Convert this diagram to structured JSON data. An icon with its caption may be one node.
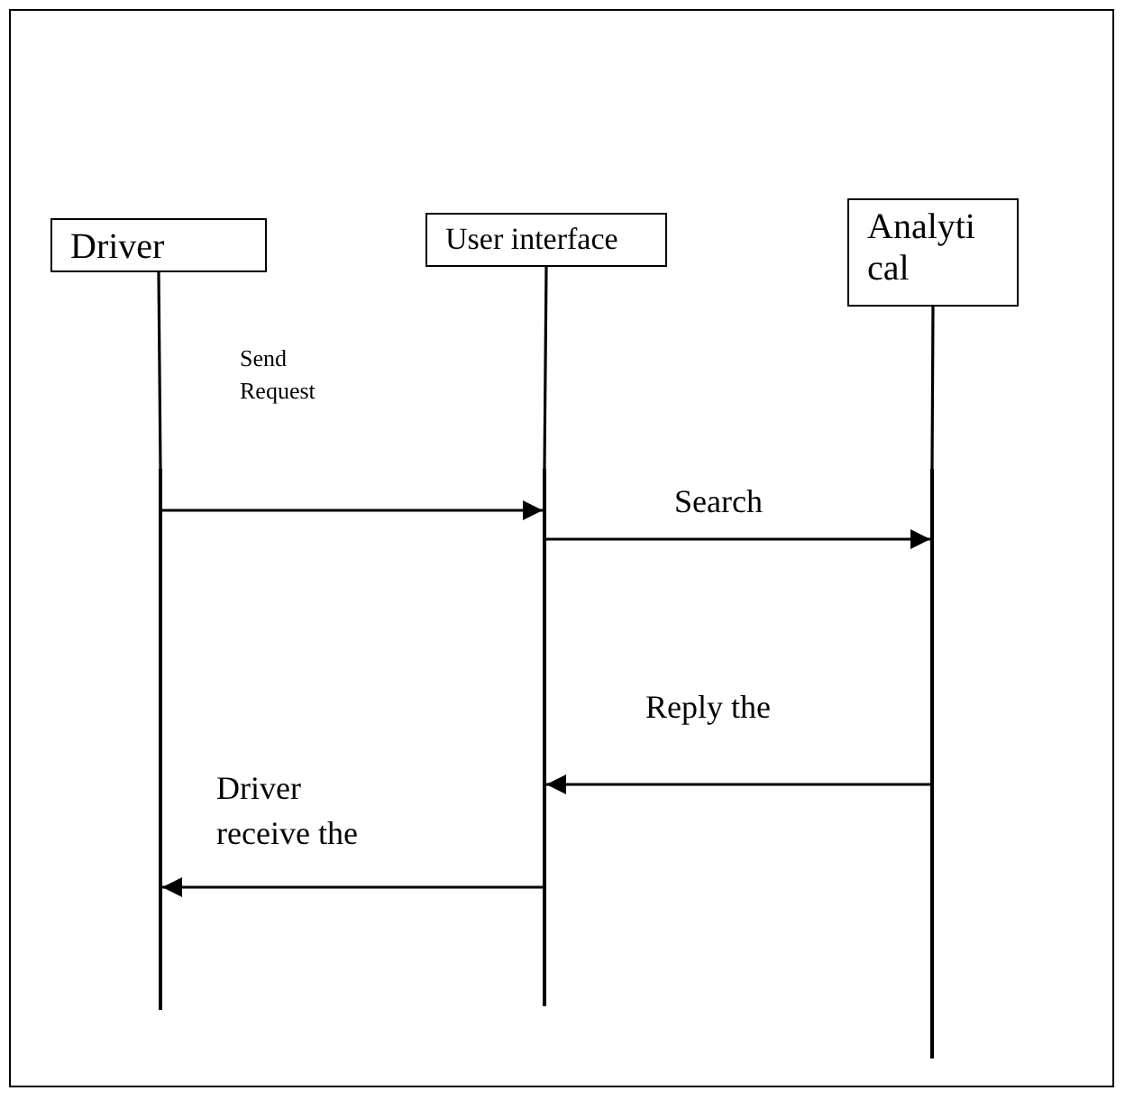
{
  "diagram": {
    "nodes": [
      {
        "text": [
          "Driver"
        ]
      },
      {
        "text": [
          "User interface"
        ]
      },
      {
        "text": [
          "Analyti cal"
        ]
      },
      {
        "text": [],
        "shape": "line"
      },
      {
        "text": [],
        "shape": "line"
      },
      {
        "text": [],
        "shape": "line"
      }
    ],
    "edges": [
      {
        "from": 0,
        "to": 3,
        "arrow": "none"
      },
      {
        "from": 1,
        "to": 4,
        "arrow": "none"
      },
      {
        "from": 2,
        "to": 5,
        "arrow": "none"
      },
      {
        "from": 3,
        "to": 4,
        "arrow": "to",
        "label": "Send Request"
      },
      {
        "from": 4,
        "to": 5,
        "arrow": "to",
        "label": "Search"
      },
      {
        "from": 5,
        "to": 4,
        "arrow": "to",
        "label": "Reply the"
      },
      {
        "from": 4,
        "to": 3,
        "arrow": "to",
        "label": "Driver receive the"
      }
    ]
  }
}
